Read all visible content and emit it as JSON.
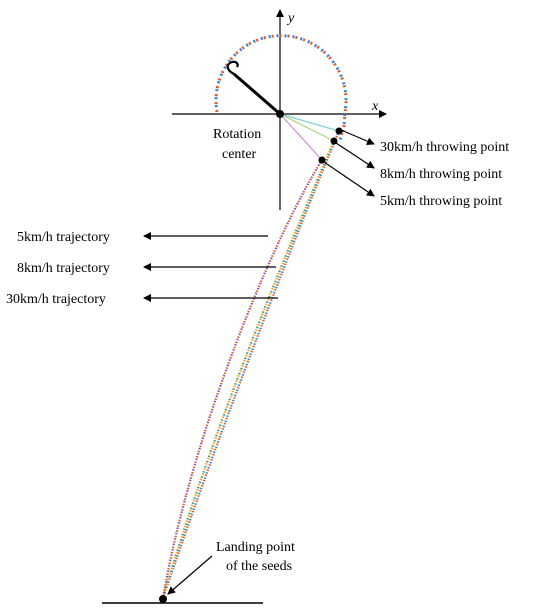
{
  "axes": {
    "x_label": "x",
    "y_label": "y"
  },
  "labels": {
    "rotation_center_line1": "Rotation",
    "rotation_center_line2": "center",
    "throw_30": "30km/h throwing point",
    "throw_8": "8km/h throwing point",
    "throw_5": "5km/h throwing point",
    "traj_5": "5km/h trajectory",
    "traj_8": "8km/h trajectory",
    "traj_30": "30km/h trajectory",
    "landing_line1": "Landing point",
    "landing_line2": "of the seeds"
  },
  "colors": {
    "trajectory_dash": [
      "#e05a2a",
      "#3a7fd6",
      "#f2a02a",
      "#4a9a4a",
      "#8a4ab0"
    ],
    "spoke_30": "#7ad0d0",
    "spoke_8": "#a8d878",
    "spoke_5": "#d090d8",
    "ink": "#000000"
  }
}
